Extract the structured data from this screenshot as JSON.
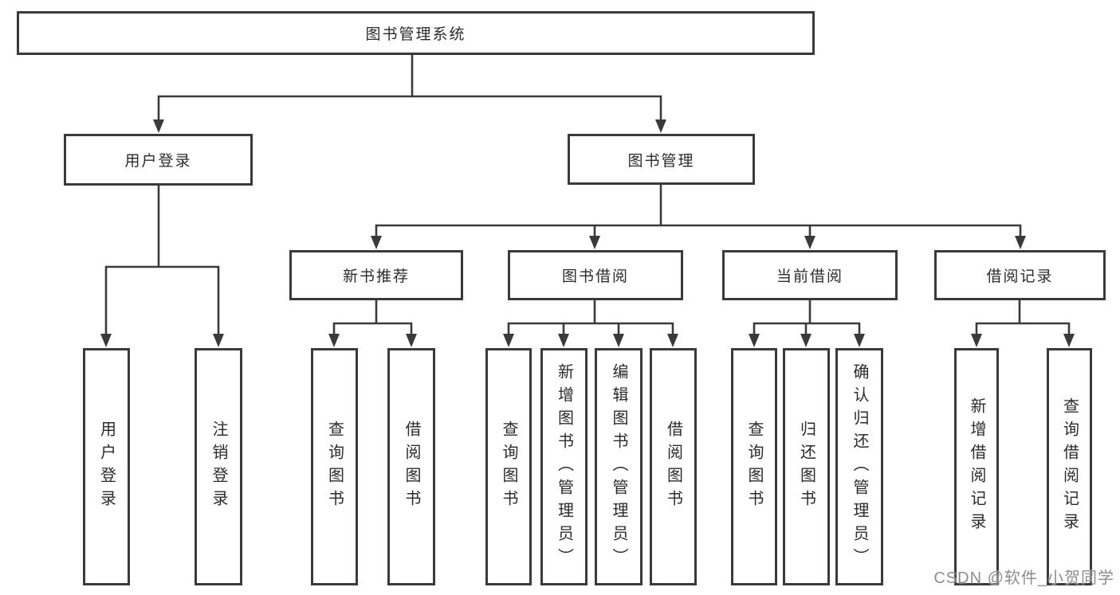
{
  "tree": {
    "root": {
      "label": "图书管理系统"
    },
    "children": [
      {
        "label": "用户登录",
        "children": [
          {
            "label": "用户登录"
          },
          {
            "label": "注销登录"
          }
        ]
      },
      {
        "label": "图书管理",
        "children": [
          {
            "label": "新书推荐",
            "children": [
              {
                "label": "查询图书"
              },
              {
                "label": "借阅图书"
              }
            ]
          },
          {
            "label": "图书借阅",
            "children": [
              {
                "label": "查询图书"
              },
              {
                "label": "新增图书（管理员）"
              },
              {
                "label": "编辑图书（管理员）"
              },
              {
                "label": "借阅图书"
              }
            ]
          },
          {
            "label": "当前借阅",
            "children": [
              {
                "label": "查询图书"
              },
              {
                "label": "归还图书"
              },
              {
                "label": "确认归还（管理员）"
              }
            ]
          },
          {
            "label": "借阅记录",
            "children": [
              {
                "label": "新增借阅记录"
              },
              {
                "label": "查询借阅记录"
              }
            ]
          }
        ]
      }
    ]
  },
  "watermark": {
    "text": "CSDN @软件_小贺同学"
  },
  "colors": {
    "line_color": "#3a3a3a",
    "box_border": "#3a3a3a",
    "box_bg": "#ffffff",
    "text_color": "#2b2b2b",
    "watermark_color": "#8d8d8d",
    "background": "#ffffff"
  }
}
